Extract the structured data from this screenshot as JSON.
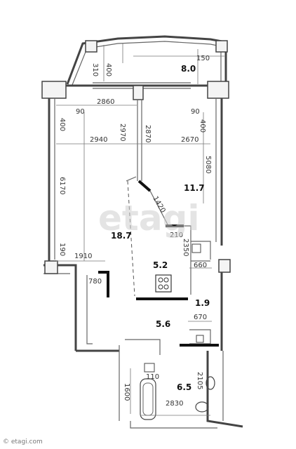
{
  "watermark": "etagi",
  "footer_mark": "© etagi.com",
  "dimensions": {
    "d_310": "310",
    "d_150": "150",
    "d_400_top": "400",
    "d_2860": "2860",
    "d_90_left": "90",
    "d_90_right": "90",
    "d_400_left": "400",
    "d_400_right": "400",
    "d_2970": "2970",
    "d_2870": "2870",
    "d_2940": "2940",
    "d_2670": "2670",
    "d_5080": "5080",
    "d_6170": "6170",
    "d_1420": "1420",
    "d_210": "210",
    "d_2350": "2350",
    "d_190": "190",
    "d_1910": "1910",
    "d_660": "660",
    "d_780": "780",
    "d_670": "670",
    "d_110": "110",
    "d_1600": "1600",
    "d_2105": "2105",
    "d_2830": "2830"
  },
  "areas": {
    "balcony": "8.0",
    "bedroom": "11.7",
    "living": "18.7",
    "kitchen": "5.2",
    "storage": "1.9",
    "hall": "5.6",
    "bath": "6.5"
  },
  "colors": {
    "wall": "#444444",
    "text": "#333333",
    "watermark": "#cfcfcf"
  }
}
